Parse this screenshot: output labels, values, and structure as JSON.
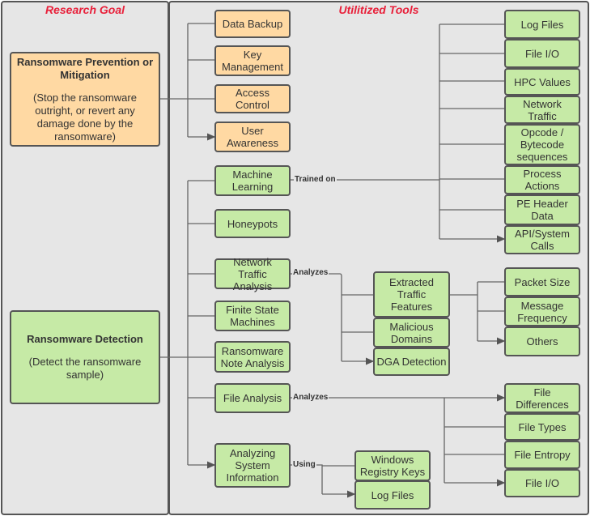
{
  "titles": {
    "research_goal": "Research Goal",
    "utilized_tools": "Utilitized Tools"
  },
  "goals": {
    "prevention": {
      "title": "Ransomware Prevention or Mitigation",
      "desc": "(Stop the ransomware outright, or revert any damage done by the ransomware)"
    },
    "detection": {
      "title": "Ransomware Detection",
      "desc": "(Detect the ransomware sample)"
    }
  },
  "prevention_tools": [
    "Data Backup",
    "Key Management",
    "Access Control",
    "User Awareness"
  ],
  "detection_tools": [
    "Machine Learning",
    "Honeypots",
    "Network Traffic Analysis",
    "Finite State Machines",
    "Ransomware Note Analysis",
    "File Analysis",
    "Analyzing System Information"
  ],
  "ml_features": [
    "Log Files",
    "File I/O",
    "HPC Values",
    "Network Traffic",
    "Opcode / Bytecode sequences",
    "Process Actions",
    "PE Header Data",
    "API/System Calls"
  ],
  "nta_items": [
    "Extracted Traffic Features",
    "Malicious Domains",
    "DGA Detection"
  ],
  "traffic_features": [
    "Packet Size",
    "Message Frequency",
    "Others"
  ],
  "file_items": [
    "File Differences",
    "File Types",
    "File Entropy",
    "File I/O"
  ],
  "system_items": [
    "Windows Registry Keys",
    "Log Files"
  ],
  "edge_labels": {
    "trained_on": "Trained on",
    "analyzes_nta": "Analyzes",
    "analyzes_file": "Analyzes",
    "using": "Using"
  },
  "colors": {
    "prevention": "#ffd9a3",
    "detection": "#c6eaa6",
    "title": "#e8203a"
  }
}
